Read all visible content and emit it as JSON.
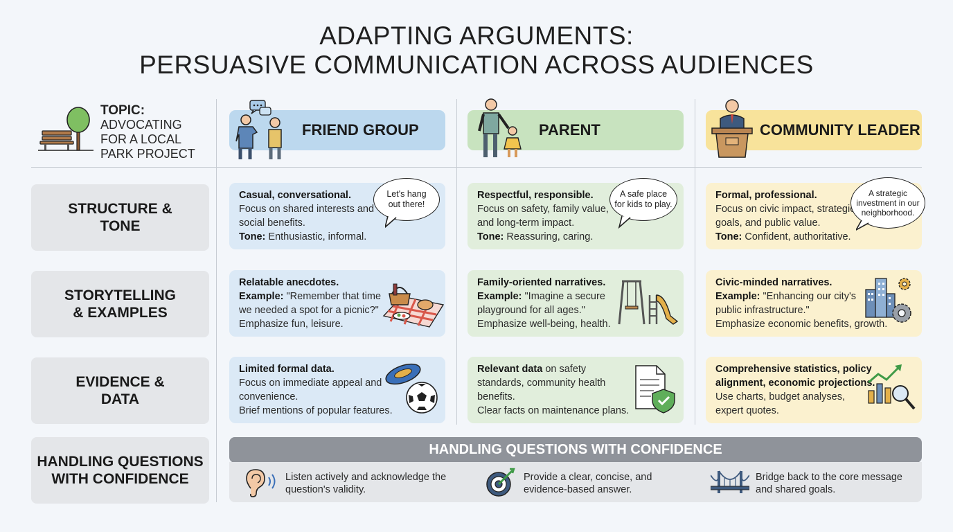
{
  "title": {
    "line1": "ADAPTING ARGUMENTS:",
    "line2": "PERSUASIVE COMMUNICATION ACROSS AUDIENCES"
  },
  "topic": {
    "label": "TOPIC:",
    "line1": "ADVOCATING",
    "line2": "FOR A LOCAL",
    "line3": "PARK PROJECT"
  },
  "audiences": [
    {
      "label": "FRIEND GROUP",
      "color": "#bcd8ee"
    },
    {
      "label": "PARENT",
      "color": "#c8e3bf"
    },
    {
      "label": "COMMUNITY LEADER",
      "color": "#f8e39b"
    }
  ],
  "rows": [
    {
      "label": "STRUCTURE &\nTONE"
    },
    {
      "label": "STORYTELLING\n& EXAMPLES"
    },
    {
      "label": "EVIDENCE &\nDATA"
    },
    {
      "label": "HANDLING QUESTIONS\nWITH CONFIDENCE"
    }
  ],
  "structure": {
    "friend": {
      "heading": "Casual, conversational.",
      "line1": "Focus on shared interests and",
      "line2": "social benefits.",
      "tone_label": "Tone:",
      "tone": "Enthusiastic, informal.",
      "bubble1": "Let's hang",
      "bubble2": "out there!"
    },
    "parent": {
      "heading": "Respectful, responsible.",
      "line1": "Focus on safety, family value,",
      "line2": "and long-term impact.",
      "tone_label": "Tone:",
      "tone": "Reassuring, caring.",
      "bubble1": "A safe place",
      "bubble2": "for kids to play."
    },
    "leader": {
      "heading": "Formal, professional.",
      "line1": "Focus on civic impact, strategic",
      "line2": "goals, and public value.",
      "tone_label": "Tone:",
      "tone": "Confident, authoritative.",
      "bubble1": "A strategic",
      "bubble2": "investment in our",
      "bubble3": "neighborhood."
    }
  },
  "storytelling": {
    "friend": {
      "heading": "Relatable anecdotes.",
      "example_label": "Example:",
      "example1": "\"Remember that time",
      "example2": "we needed a spot for a picnic?\"",
      "emphasis": "Emphasize fun, leisure."
    },
    "parent": {
      "heading": "Family-oriented narratives.",
      "example_label": "Example:",
      "example1": "\"Imagine a secure",
      "example2": "playground for all ages.\"",
      "emphasis": "Emphasize well-being, health."
    },
    "leader": {
      "heading": "Civic-minded narratives.",
      "example_label": "Example:",
      "example1": "\"Enhancing our city's",
      "example2": "public infrastructure.\"",
      "emphasis": "Emphasize economic benefits, growth."
    }
  },
  "evidence": {
    "friend": {
      "heading": "Limited formal data.",
      "line1": "Focus on immediate appeal and",
      "line2": "convenience.",
      "line3": "Brief mentions of popular features."
    },
    "parent": {
      "heading": "Relevant data",
      "heading_rest": " on safety",
      "line1": "standards, community health",
      "line2": "benefits.",
      "line3": "Clear facts on maintenance plans."
    },
    "leader": {
      "heading1": "Comprehensive statistics, policy",
      "heading2": "alignment, economic projections.",
      "line1": "Use charts, budget analyses,",
      "line2": "expert quotes."
    }
  },
  "questions": {
    "bar": "HANDLING QUESTIONS WITH CONFIDENCE",
    "items": [
      {
        "line1": "Listen actively and acknowledge the",
        "line2": "question's validity.",
        "icon": "ear-icon"
      },
      {
        "line1": "Provide a clear, concise, and",
        "line2": "evidence-based answer.",
        "icon": "target-icon"
      },
      {
        "line1": "Bridge back to the core message",
        "line2": "and shared goals.",
        "icon": "bridge-icon"
      }
    ]
  }
}
